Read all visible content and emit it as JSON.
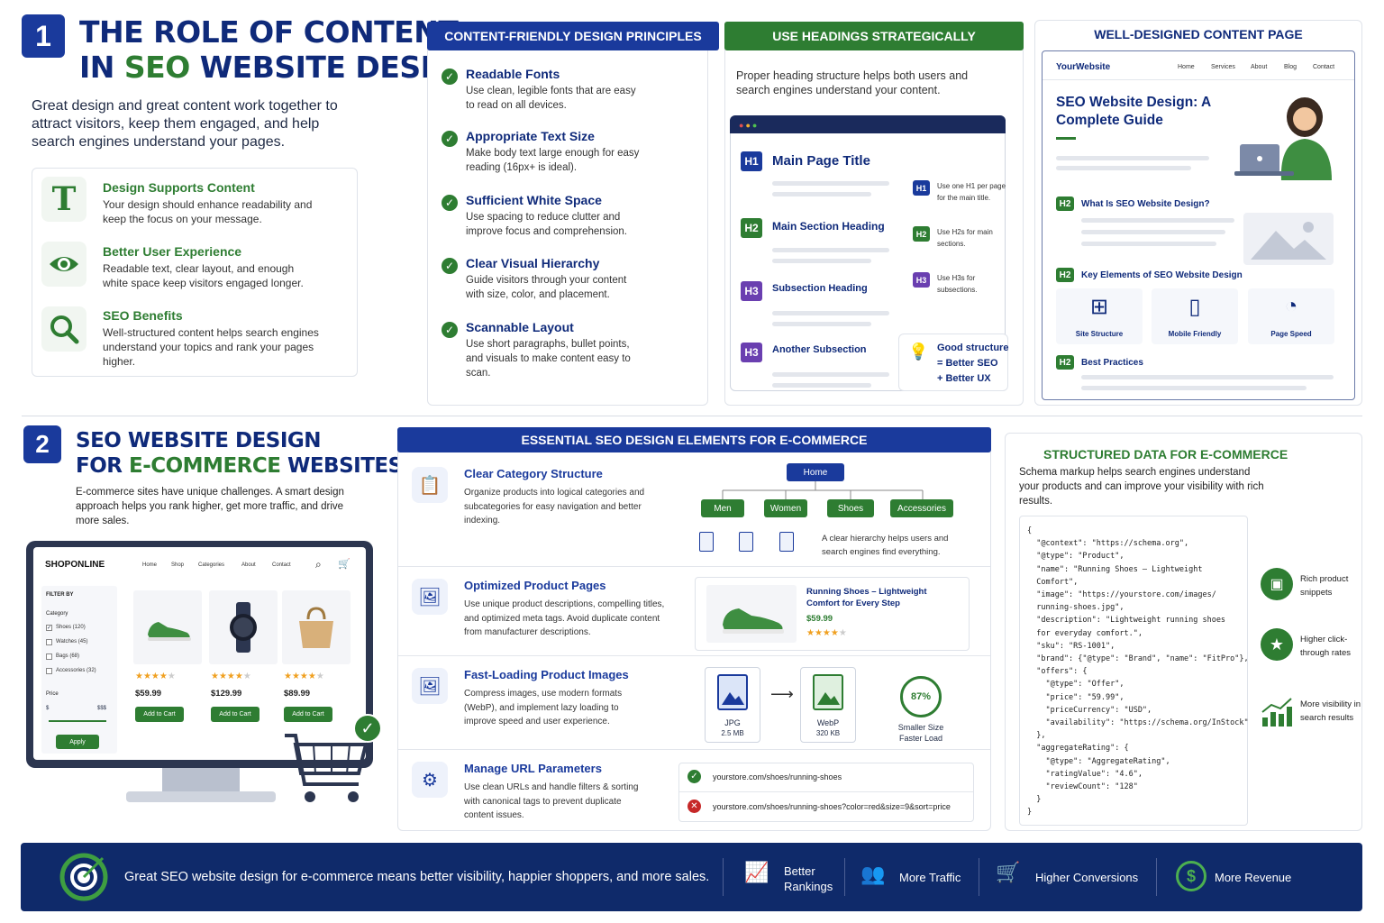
{
  "s1": {
    "num": "1",
    "title1": "THE ROLE OF CONTENT",
    "title2a": "IN ",
    "title2b": "SEO",
    "title2c": " WEBSITE DESIGN",
    "intro": "Great design and great content work together to attract visitors, keep them engaged, and help search engines understand your pages.",
    "features": [
      {
        "title": "Design Supports Content",
        "text": "Your design should enhance readability and keep the focus on your message."
      },
      {
        "title": "Better User Experience",
        "text": "Readable text, clear layout, and enough white space keep visitors engaged longer."
      },
      {
        "title": "SEO Benefits",
        "text": "Well-structured content helps search engines understand your topics and rank your pages higher."
      }
    ]
  },
  "principles": {
    "header": "CONTENT-FRIENDLY DESIGN PRINCIPLES",
    "items": [
      {
        "title": "Readable Fonts",
        "text": "Use clean, legible fonts that are easy to read on all devices."
      },
      {
        "title": "Appropriate Text Size",
        "text": "Make body text large enough for easy reading (16px+ is ideal)."
      },
      {
        "title": "Sufficient White Space",
        "text": "Use spacing to reduce clutter and improve focus and comprehension."
      },
      {
        "title": "Clear Visual Hierarchy",
        "text": "Guide visitors through your content with size, color, and placement."
      },
      {
        "title": "Scannable Layout",
        "text": "Use short paragraphs, bullet points, and visuals to make content easy to scan."
      }
    ]
  },
  "headings": {
    "header": "USE HEADINGS STRATEGICALLY",
    "intro": "Proper heading structure helps both users and search engines understand your content.",
    "rows": [
      {
        "tag": "H1",
        "label": "Main Page Title",
        "note": "Use one H1 per page for the main title."
      },
      {
        "tag": "H2",
        "label": "Main Section Heading",
        "note": "Use H2s for main sections."
      },
      {
        "tag": "H3",
        "label": "Subsection Heading",
        "note": "Use H3s for subsections."
      },
      {
        "tag": "H3",
        "label": "Another Subsection"
      }
    ],
    "good": [
      "Good structure",
      "= Better SEO",
      "+ Better UX"
    ]
  },
  "page": {
    "header": "WELL-DESIGNED CONTENT PAGE",
    "brand": "YourWebsite",
    "nav": [
      "Home",
      "Services",
      "About",
      "Blog",
      "Contact"
    ],
    "title": "SEO Website Design: A Complete Guide",
    "h2a": "What Is SEO Website Design?",
    "h2b": "Key Elements of SEO Website Design",
    "tiles": [
      "Site Structure",
      "Mobile Friendly",
      "Page Speed"
    ],
    "h2c": "Best Practices",
    "tag": "H2"
  },
  "s2": {
    "num": "2",
    "title1": "SEO WEBSITE DESIGN",
    "title2a": "FOR ",
    "title2b": "E-COMMERCE",
    "title2c": " WEBSITES",
    "intro": "E-commerce sites have unique challenges. A smart design approach helps you rank higher, get more traffic, and drive more sales.",
    "shop": {
      "brand": "SHOPONLINE",
      "nav": [
        "Home",
        "Shop",
        "Categories",
        "About",
        "Contact"
      ],
      "filter": "FILTER BY",
      "category": "Category",
      "cats": [
        "Shoes (120)",
        "Watches (45)",
        "Bags (68)",
        "Accessories (32)"
      ],
      "price": "Price",
      "pmin": "$",
      "pmax": "$$$",
      "apply": "Apply",
      "prices": [
        "$59.99",
        "$129.99",
        "$89.99"
      ],
      "cart": "Add to Cart"
    }
  },
  "essential": {
    "header": "ESSENTIAL SEO DESIGN ELEMENTS FOR E-COMMERCE",
    "items": [
      {
        "title": "Clear Category Structure",
        "text": "Organize products into logical categories and subcategories for easy navigation and better indexing."
      },
      {
        "title": "Optimized Product Pages",
        "text": "Use unique product descriptions, compelling titles, and optimized meta tags. Avoid duplicate content from manufacturer descriptions."
      },
      {
        "title": "Fast-Loading Product Images",
        "text": "Compress images, use modern formats (WebP), and implement lazy loading to improve speed and user experience."
      },
      {
        "title": "Manage URL Parameters",
        "text": "Use clean URLs and handle filters & sorting with canonical tags to prevent duplicate content issues."
      }
    ],
    "tree": {
      "root": "Home",
      "children": [
        "Men",
        "Women",
        "Shoes",
        "Accessories"
      ],
      "note": "A clear hierarchy helps users and search engines find everything."
    },
    "product": {
      "name": "Running Shoes – Lightweight Comfort for Every Step",
      "price": "$59.99"
    },
    "img": {
      "jpg": "JPG",
      "jpgsize": "2.5 MB",
      "webp": "WebP",
      "webpsize": "320 KB",
      "pct": "87%",
      "note1": "Smaller Size",
      "note2": "Faster Load"
    },
    "urls": {
      "good": "yourstore.com/shoes/running-shoes",
      "bad": "yourstore.com/shoes/running-shoes?color=red&size=9&sort=price"
    }
  },
  "schema": {
    "header": "STRUCTURED DATA FOR E-COMMERCE",
    "intro": "Schema markup helps search engines understand your products and can improve your visibility with rich results.",
    "code": "{\n  \"@context\": \"https://schema.org\",\n  \"@type\": \"Product\",\n  \"name\": \"Running Shoes – Lightweight\n  Comfort\",\n  \"image\": \"https://yourstore.com/images/\n  running-shoes.jpg\",\n  \"description\": \"Lightweight running shoes\n  for everyday comfort.\",\n  \"sku\": \"RS-1001\",\n  \"brand\": {\"@type\": \"Brand\", \"name\": \"FitPro\"},\n  \"offers\": {\n    \"@type\": \"Offer\",\n    \"price\": \"59.99\",\n    \"priceCurrency\": \"USD\",\n    \"availability\": \"https://schema.org/InStock\"\n  },\n  \"aggregateRating\": {\n    \"@type\": \"AggregateRating\",\n    \"ratingValue\": \"4.6\",\n    \"reviewCount\": \"128\"\n  }\n}",
    "benefits": [
      "Rich product snippets",
      "Higher click-through rates",
      "More visibility in search results"
    ]
  },
  "footer": {
    "text": "Great SEO website design for e-commerce means better visibility, happier shoppers, and more sales.",
    "items": [
      "Better Rankings",
      "More Traffic",
      "Higher Conversions",
      "More Revenue"
    ]
  }
}
